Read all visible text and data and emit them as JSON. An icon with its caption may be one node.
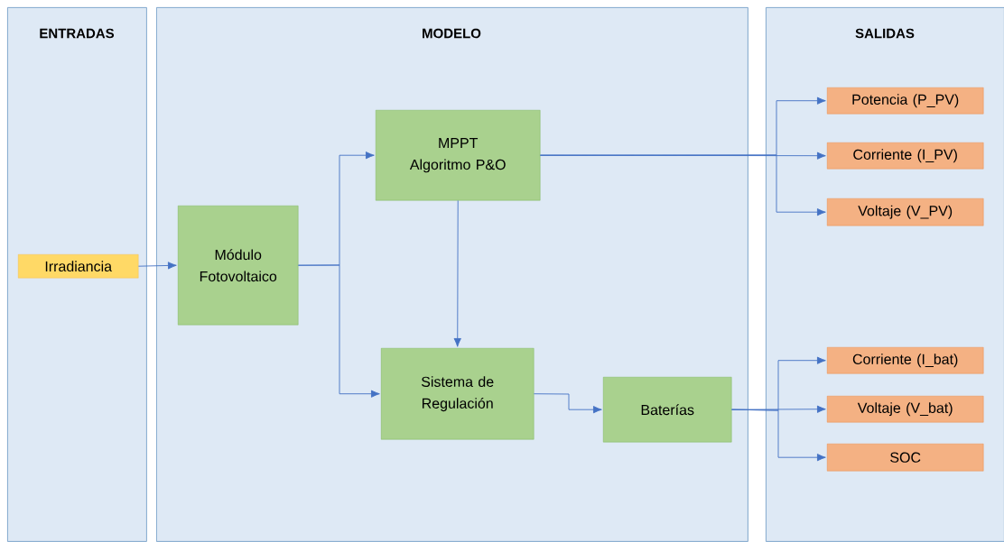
{
  "diagram": {
    "nodes": [
      {
        "text": [
          "ENTRADAS"
        ]
      },
      {
        "text": [
          "MODELO"
        ]
      },
      {
        "text": [
          "SALIDAS"
        ]
      },
      {
        "text": [
          "Irradiancia"
        ],
        "in": 0
      },
      {
        "text": [
          "Módulo Fotovoltaico"
        ],
        "in": 1
      },
      {
        "text": [
          "MPPT Algoritmo P&O"
        ],
        "in": 1
      },
      {
        "text": [
          "Sistema de Regulación"
        ],
        "in": 1
      },
      {
        "text": [
          "Baterías"
        ],
        "in": 1
      },
      {
        "text": [
          "Potencia (P_PV)"
        ],
        "in": 2
      },
      {
        "text": [
          "Corriente (I_PV)"
        ],
        "in": 2
      },
      {
        "text": [
          "Voltaje (V_PV)"
        ],
        "in": 2
      },
      {
        "text": [
          "Corriente (I_bat)"
        ],
        "in": 2
      },
      {
        "text": [
          "Voltaje (V_bat)"
        ],
        "in": 2
      },
      {
        "text": [
          "SOC"
        ],
        "in": 2
      }
    ],
    "edges": [
      {
        "from": 3,
        "to": 4,
        "arrow": "to"
      },
      {
        "from": 4,
        "to": 5,
        "arrow": "to"
      },
      {
        "from": 4,
        "to": 6,
        "arrow": "to"
      },
      {
        "from": 5,
        "to": 6,
        "arrow": "to"
      },
      {
        "from": 6,
        "to": 7,
        "arrow": "to"
      },
      {
        "from": 5,
        "to": 8,
        "arrow": "to"
      },
      {
        "from": 5,
        "to": 9,
        "arrow": "to"
      },
      {
        "from": 5,
        "to": 10,
        "arrow": "to"
      },
      {
        "from": 7,
        "to": 11,
        "arrow": "to"
      },
      {
        "from": 7,
        "to": 12,
        "arrow": "to"
      },
      {
        "from": 7,
        "to": 13,
        "arrow": "to"
      }
    ]
  }
}
